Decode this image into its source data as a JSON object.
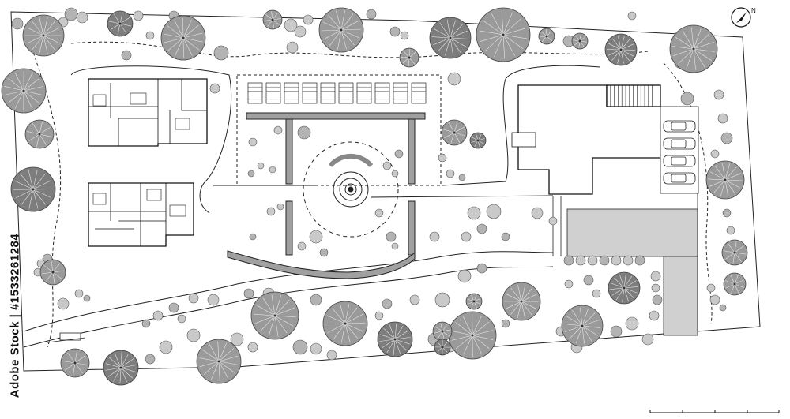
{
  "watermark": {
    "vertical_text": "Adobe Stock | #1533261284"
  },
  "north_arrow": {
    "letter": "N"
  },
  "scale_bar": {
    "segments": 4
  },
  "colors": {
    "ink": "#222222",
    "tree_canopy": "#9a9a9a",
    "tree_dark": "#7d7d7d",
    "shrub": "#b3b3b3",
    "paved": "#d0d0d0",
    "hedge": "#a0a0a0",
    "background": "#ffffff"
  },
  "legend_note": {
    "label": ""
  }
}
